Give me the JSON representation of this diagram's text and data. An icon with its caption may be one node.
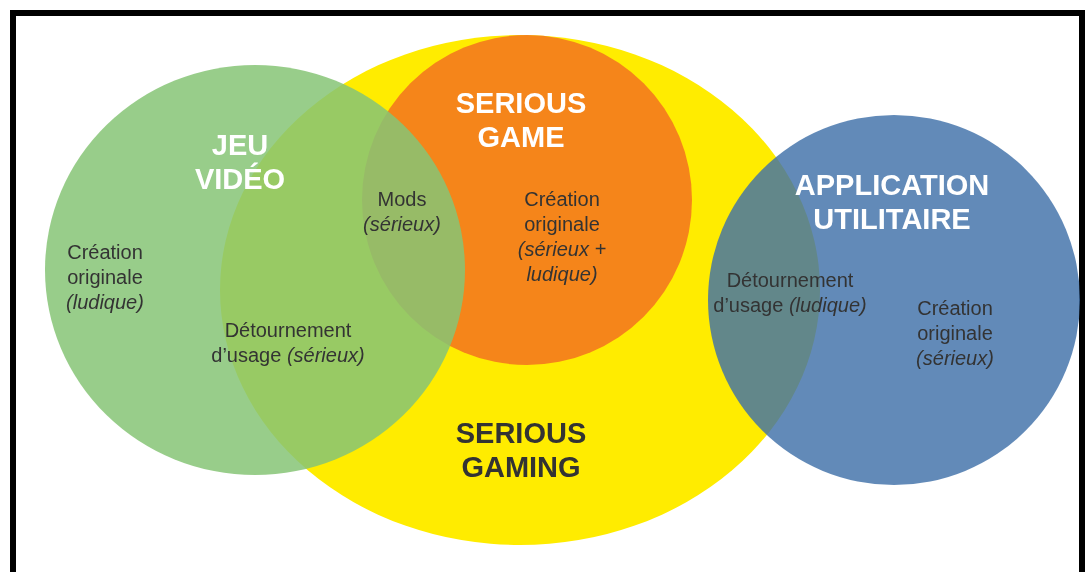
{
  "diagram": {
    "nodes": [
      {
        "text": [
          "JEU VIDÉO"
        ]
      },
      {
        "text": [
          "SERIOUS GAMING"
        ]
      },
      {
        "text": [
          "SERIOUS GAME"
        ],
        "in": 1
      },
      {
        "text": [
          "APPLICATION UTILITAIRE"
        ]
      }
    ],
    "labels": [
      "Création originale *(ludique)*",
      "Mods *(sérieux)*",
      "Création originale *(sérieux + ludique)*",
      "Détournement d’usage *(sérieux)*",
      "Détournement d’usage *(ludique)*",
      "Création originale *(sérieux)*"
    ]
  }
}
